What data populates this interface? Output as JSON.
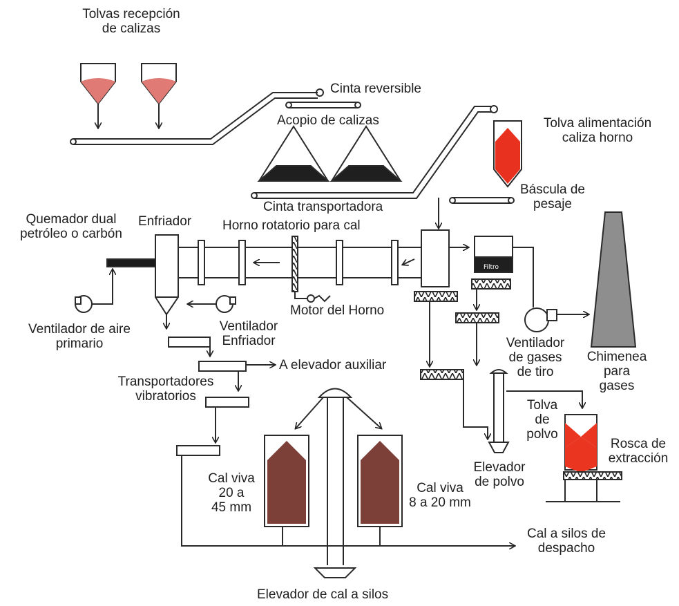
{
  "labels": {
    "limestone_hoppers": [
      "Tolvas recepción",
      "de calizas"
    ],
    "reversible_belt": "Cinta reversible",
    "limestone_stockpile": "Acopio de calizas",
    "feed_hopper": [
      "Tolva alimentación",
      "caliza horno"
    ],
    "weigh_scale": [
      "Báscula de",
      "pesaje"
    ],
    "conveyor_belt": "Cinta transportadora",
    "dual_burner": [
      "Quemador dual",
      "petróleo o carbón"
    ],
    "cooler": "Enfriador",
    "rotary_kiln": "Horno rotatorio para cal",
    "filter": "Filtro",
    "kiln_motor": "Motor del Horno",
    "primary_fan": [
      "Ventilador de aire",
      "primario"
    ],
    "cooler_fan": [
      "Ventilador",
      "Enfriador"
    ],
    "aux_elevator": "A elevador auxiliar",
    "vibrating_conveyors": [
      "Transportadores",
      "vibratorios"
    ],
    "draft_fan": [
      "Ventilador",
      "de gases",
      "de tiro"
    ],
    "stack": [
      "Chimenea",
      "para",
      "gases"
    ],
    "dust_hopper": [
      "Tolva",
      "de",
      "polvo"
    ],
    "extraction_screw": [
      "Rosca de",
      "extracción"
    ],
    "dust_elevator": [
      "Elevador",
      "de polvo"
    ],
    "quicklime_coarse": [
      "Cal viva",
      "20 a",
      "45 mm"
    ],
    "quicklime_fine": [
      "Cal viva",
      "8 a 20 mm"
    ],
    "dispatch_silos": [
      "Cal a silos de",
      "despacho"
    ],
    "lime_elevator": "Elevador de cal a silos"
  },
  "colors": {
    "limestone": "#e07a74",
    "feed_hopper_fill": "#e8321f",
    "quicklime": "#7d4038",
    "stack": "#8e8e8e",
    "lines": "#2a2a2a"
  }
}
